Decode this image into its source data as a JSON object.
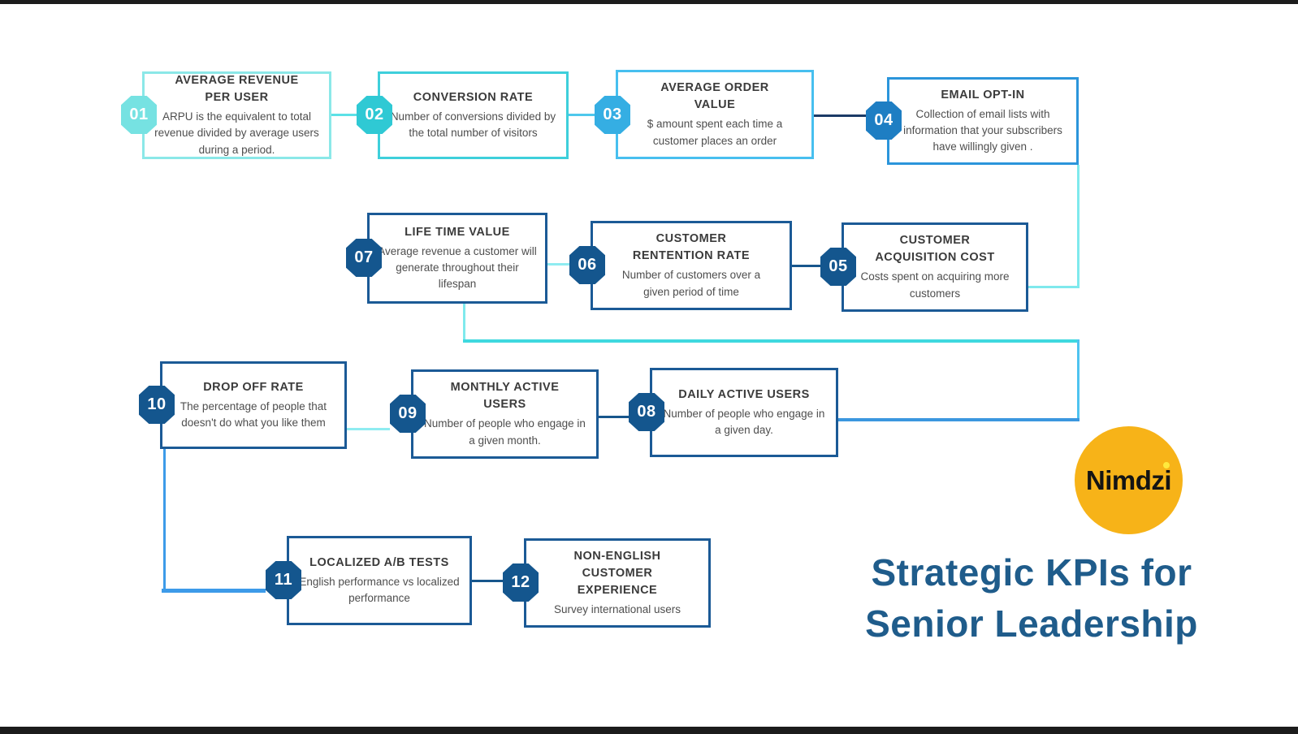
{
  "page": {
    "background": "#FFFFFF",
    "top_bar_color": "#1C1C1C",
    "bottom_bar_color": "#1C1C1C"
  },
  "title": {
    "line1": "Strategic KPIs for",
    "line2": "Senior Leadership",
    "color": "#1F5C8B"
  },
  "logo": {
    "text": "Nimdzi",
    "circle_color": "#F7B318",
    "dot_color": "#FFE93D"
  },
  "palette": {
    "teal_light": "#76E2E2",
    "teal": "#2FC9D4",
    "blue_light": "#35AEE3",
    "blue": "#1E7EC3",
    "navy": "#14568E",
    "connector_cyan": "#7FE9ED",
    "connector_teal": "#3FD9DF",
    "connector_blue": "#3B97DF",
    "connector_navy": "#17568C"
  },
  "kpis": [
    {
      "number": "01",
      "title": "AVERAGE REVENUE PER USER",
      "description": "ARPU is the equivalent to total revenue divided by average users during a period."
    },
    {
      "number": "02",
      "title": "CONVERSION RATE",
      "description": "Number of conversions divided by the total number of visitors"
    },
    {
      "number": "03",
      "title": "AVERAGE ORDER VALUE",
      "description": "$ amount spent each time a customer places an order"
    },
    {
      "number": "04",
      "title": "EMAIL OPT-IN",
      "description": "Collection of email lists with information that your subscribers have willingly given ."
    },
    {
      "number": "05",
      "title": "CUSTOMER ACQUISITION COST",
      "description": "Costs spent on acquiring more customers"
    },
    {
      "number": "06",
      "title": "CUSTOMER RENTENTION RATE",
      "description": "Number of customers  over a given period of time"
    },
    {
      "number": "07",
      "title": "LIFE TIME VALUE",
      "description": "Average revenue  a customer will generate throughout their lifespan"
    },
    {
      "number": "08",
      "title": "DAILY ACTIVE USERS",
      "description": "Number of people who engage in a given day."
    },
    {
      "number": "09",
      "title": "MONTHLY ACTIVE USERS",
      "description": "Number of people who engage in a given month."
    },
    {
      "number": "10",
      "title": "DROP OFF RATE",
      "description": "The percentage of people that doesn't do what you like them"
    },
    {
      "number": "11",
      "title": "LOCALIZED A/B TESTS",
      "description": "English performance vs localized performance"
    },
    {
      "number": "12",
      "title": "NON-ENGLISH CUSTOMER EXPERIENCE",
      "description": "Survey international users"
    }
  ]
}
